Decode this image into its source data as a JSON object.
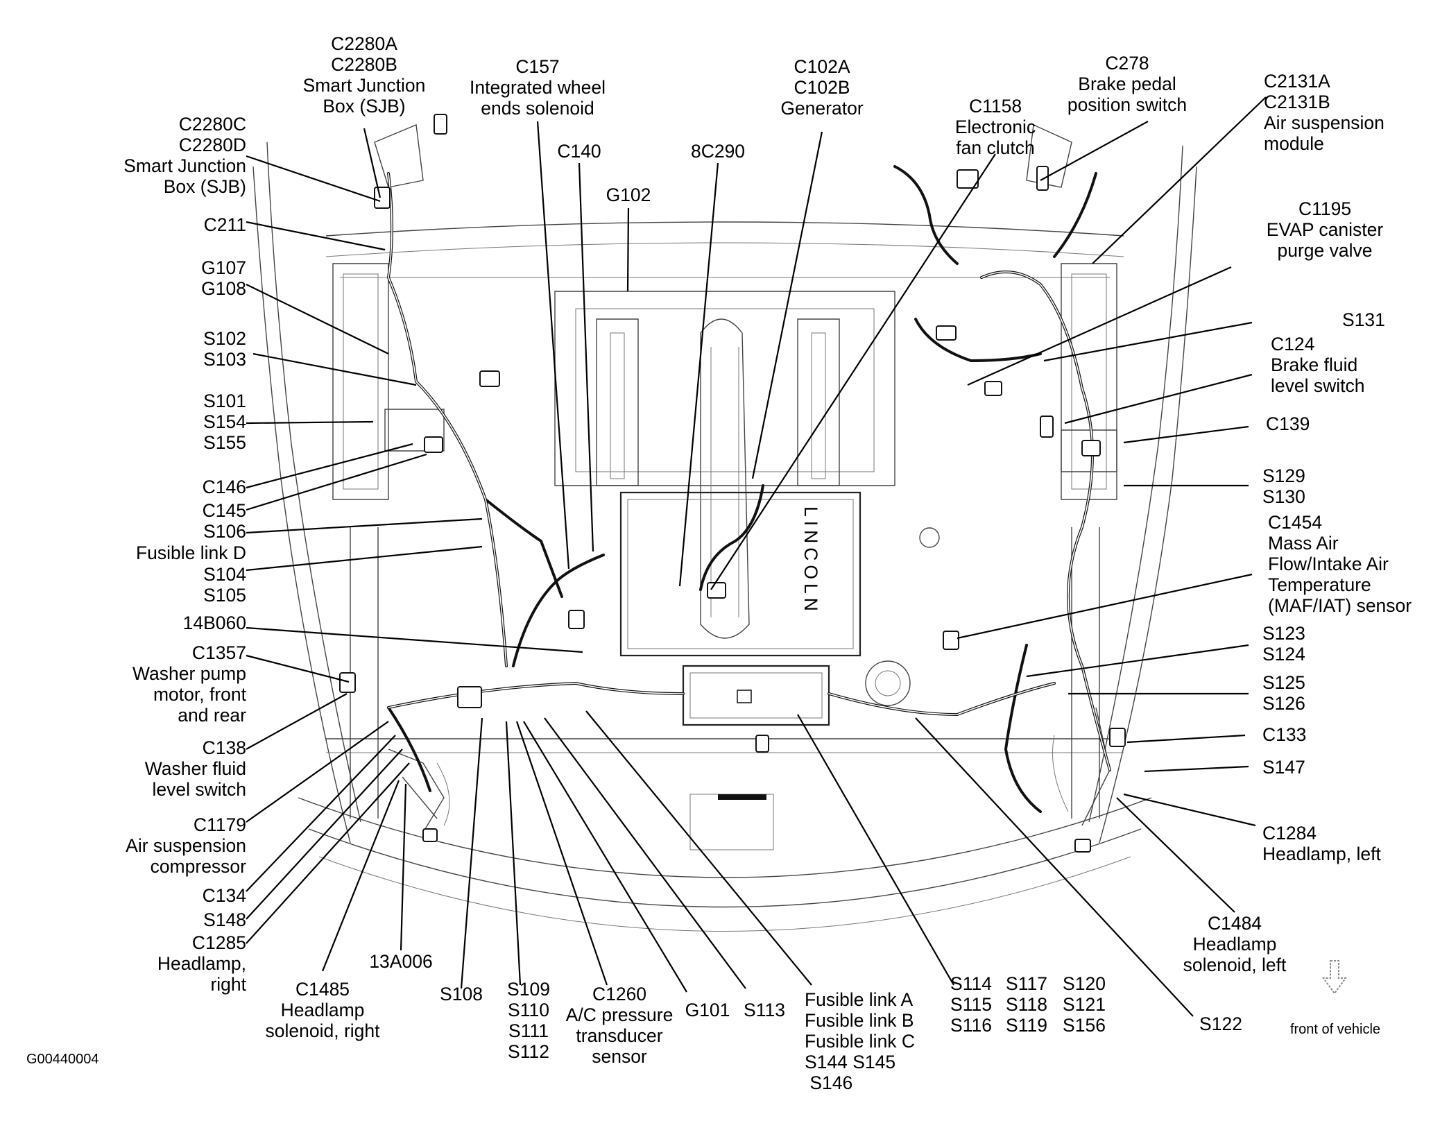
{
  "diagram": {
    "figure_id": "G00440004",
    "callouts": [
      {
        "name": "callout-c2280a-c2280b",
        "lines": [
          "C2280A",
          "C2280B",
          "Smart Junction",
          "Box (SJB)"
        ]
      },
      {
        "name": "callout-c2280c-c2280d",
        "lines": [
          "C2280C",
          "C2280D",
          "Smart Junction",
          "Box (SJB)"
        ]
      },
      {
        "name": "callout-c157",
        "lines": [
          "C157",
          "Integrated wheel",
          "ends solenoid"
        ]
      },
      {
        "name": "callout-c140",
        "lines": [
          "C140"
        ]
      },
      {
        "name": "callout-g102",
        "lines": [
          "G102"
        ]
      },
      {
        "name": "callout-8c290",
        "lines": [
          "8C290"
        ]
      },
      {
        "name": "callout-c102a-c102b",
        "lines": [
          "C102A",
          "C102B",
          "Generator"
        ]
      },
      {
        "name": "callout-c1158",
        "lines": [
          "C1158",
          "Electronic",
          "fan clutch"
        ]
      },
      {
        "name": "callout-c278",
        "lines": [
          "C278",
          "Brake pedal",
          "position switch"
        ]
      },
      {
        "name": "callout-c2131a-c2131b",
        "lines": [
          "C2131A",
          "C2131B",
          "Air suspension",
          "module"
        ]
      },
      {
        "name": "callout-c1195",
        "lines": [
          "C1195",
          "EVAP canister",
          "purge valve"
        ]
      },
      {
        "name": "callout-c211",
        "lines": [
          "C211"
        ]
      },
      {
        "name": "callout-g107-g108",
        "lines": [
          "G107",
          "G108"
        ]
      },
      {
        "name": "callout-s102-s103",
        "lines": [
          "S102",
          "S103"
        ]
      },
      {
        "name": "callout-s101-s154-s155",
        "lines": [
          "S101",
          "S154",
          "S155"
        ]
      },
      {
        "name": "callout-c146",
        "lines": [
          "C146"
        ]
      },
      {
        "name": "callout-c145",
        "lines": [
          "C145"
        ]
      },
      {
        "name": "callout-s106",
        "lines": [
          "S106"
        ]
      },
      {
        "name": "callout-fusible-link-d",
        "lines": [
          "Fusible link D"
        ]
      },
      {
        "name": "callout-s104-s105",
        "lines": [
          "S104",
          "S105"
        ]
      },
      {
        "name": "callout-14b060",
        "lines": [
          "14B060"
        ]
      },
      {
        "name": "callout-c1357",
        "lines": [
          "C1357",
          "Washer pump",
          "motor, front",
          "and rear"
        ]
      },
      {
        "name": "callout-c138",
        "lines": [
          "C138",
          "Washer fluid",
          "level switch"
        ]
      },
      {
        "name": "callout-c1179",
        "lines": [
          "C1179",
          "Air suspension",
          "compressor"
        ]
      },
      {
        "name": "callout-c134",
        "lines": [
          "C134"
        ]
      },
      {
        "name": "callout-s148",
        "lines": [
          "S148"
        ]
      },
      {
        "name": "callout-c1285",
        "lines": [
          "C1285",
          "Headlamp,",
          "right"
        ]
      },
      {
        "name": "callout-c1485",
        "lines": [
          "C1485",
          "Headlamp",
          "solenoid, right"
        ]
      },
      {
        "name": "callout-13a006",
        "lines": [
          "13A006"
        ]
      },
      {
        "name": "callout-s108",
        "lines": [
          "S108"
        ]
      },
      {
        "name": "callout-s109-s112",
        "lines": [
          "S109",
          "S110",
          "S111",
          "S112"
        ]
      },
      {
        "name": "callout-c1260",
        "lines": [
          "C1260",
          "A/C pressure",
          "transducer",
          "sensor"
        ]
      },
      {
        "name": "callout-g101",
        "lines": [
          "G101"
        ]
      },
      {
        "name": "callout-s113",
        "lines": [
          "S113"
        ]
      },
      {
        "name": "callout-fusible-links",
        "lines": [
          "Fusible link A",
          "Fusible link B",
          "Fusible link C",
          "S144      S145",
          "               S146"
        ]
      },
      {
        "name": "callout-s114-s116",
        "lines": [
          "S114",
          "S115",
          "S116"
        ]
      },
      {
        "name": "callout-s117-s119",
        "lines": [
          "S117",
          "S118",
          "S119"
        ]
      },
      {
        "name": "callout-s120-s156",
        "lines": [
          "S120",
          "S121",
          "S156"
        ]
      },
      {
        "name": "callout-s122",
        "lines": [
          "S122"
        ]
      },
      {
        "name": "callout-c1484",
        "lines": [
          "C1484",
          "Headlamp",
          "solenoid, left"
        ]
      },
      {
        "name": "callout-c1284",
        "lines": [
          "C1284",
          "Headlamp, left"
        ]
      },
      {
        "name": "callout-s147",
        "lines": [
          "S147"
        ]
      },
      {
        "name": "callout-c133",
        "lines": [
          "C133"
        ]
      },
      {
        "name": "callout-s125-s126",
        "lines": [
          "S125",
          "S126"
        ]
      },
      {
        "name": "callout-s123-s124",
        "lines": [
          "S123",
          "S124"
        ]
      },
      {
        "name": "callout-c1454",
        "lines": [
          "C1454",
          "Mass Air",
          "Flow/Intake Air",
          "Temperature",
          "(MAF/IAT) sensor"
        ]
      },
      {
        "name": "callout-s129-s130",
        "lines": [
          "S129",
          "S130"
        ]
      },
      {
        "name": "callout-c139",
        "lines": [
          "C139"
        ]
      },
      {
        "name": "callout-c124",
        "lines": [
          "C124",
          "Brake fluid",
          "level switch"
        ]
      },
      {
        "name": "callout-s131",
        "lines": [
          "S131"
        ]
      }
    ],
    "front_of_vehicle": "front of vehicle",
    "engine_cover_text": "LINCOLN"
  }
}
